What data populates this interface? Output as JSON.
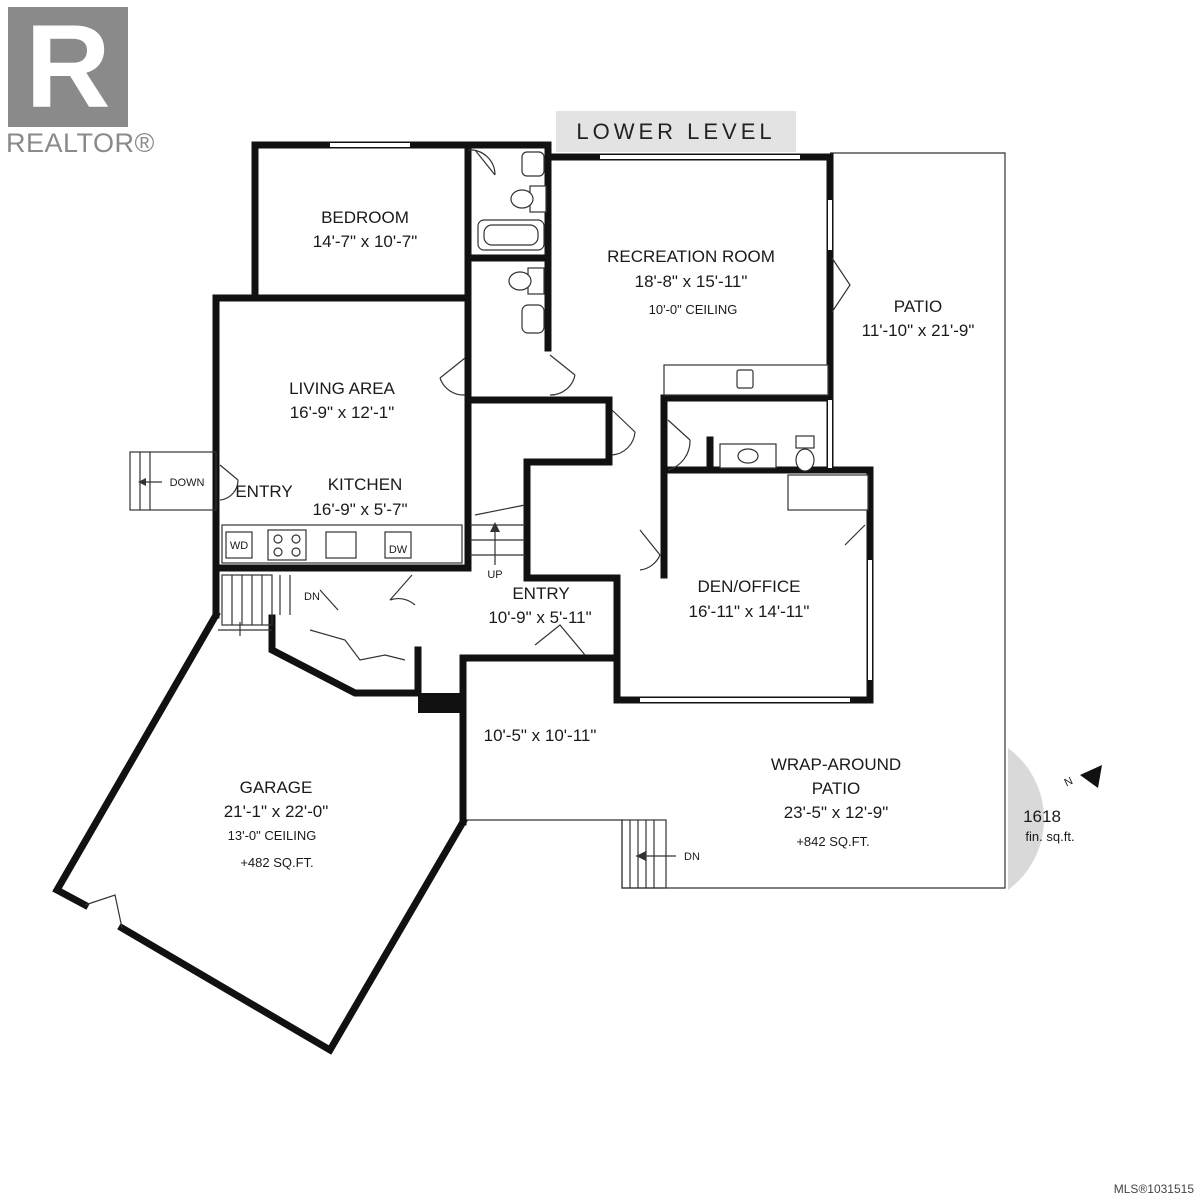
{
  "branding": {
    "logo_letter": "R",
    "logo_text": "REALTOR®"
  },
  "level_title": "LOWER LEVEL",
  "rooms": {
    "bedroom": {
      "name": "BEDROOM",
      "dims": "14'-7\" x 10'-7\""
    },
    "recreation": {
      "name": "RECREATION ROOM",
      "dims": "18'-8\" x 15'-11\"",
      "note": "10'-0\" CEILING"
    },
    "patio": {
      "name": "PATIO",
      "dims": "11'-10\" x 21'-9\""
    },
    "living": {
      "name": "LIVING AREA",
      "dims": "16'-9\" x 12'-1\""
    },
    "kitchen": {
      "name": "KITCHEN",
      "dims": "16'-9\" x 5'-7\""
    },
    "entry_side": {
      "name": "ENTRY"
    },
    "entry_main": {
      "name": "ENTRY",
      "dims": "10'-9\" x 5'-11\""
    },
    "den": {
      "name": "DEN/OFFICE",
      "dims": "16'-11\" x 14'-11\""
    },
    "garage": {
      "name": "GARAGE",
      "dims": "21'-1\" x 22'-0\"",
      "note": "13'-0\" CEILING",
      "area": "+482 SQ.FT."
    },
    "wrap_patio": {
      "name_line1": "WRAP-AROUND",
      "name_line2": "PATIO",
      "dims": "23'-5\" x 12'-9\"",
      "area": "+842 SQ.FT."
    },
    "patio_extra": {
      "dims": "10'-5\" x 10'-11\""
    }
  },
  "labels": {
    "down": "DOWN",
    "dn_stair": "DN",
    "dn_patio": "DN",
    "up": "UP",
    "washer_dryer": "WD",
    "dishwasher": "DW"
  },
  "compass": {
    "north": "N",
    "sqft": "1618",
    "sqft_label": "fin. sq.ft."
  },
  "mls": "MLS®1031515"
}
